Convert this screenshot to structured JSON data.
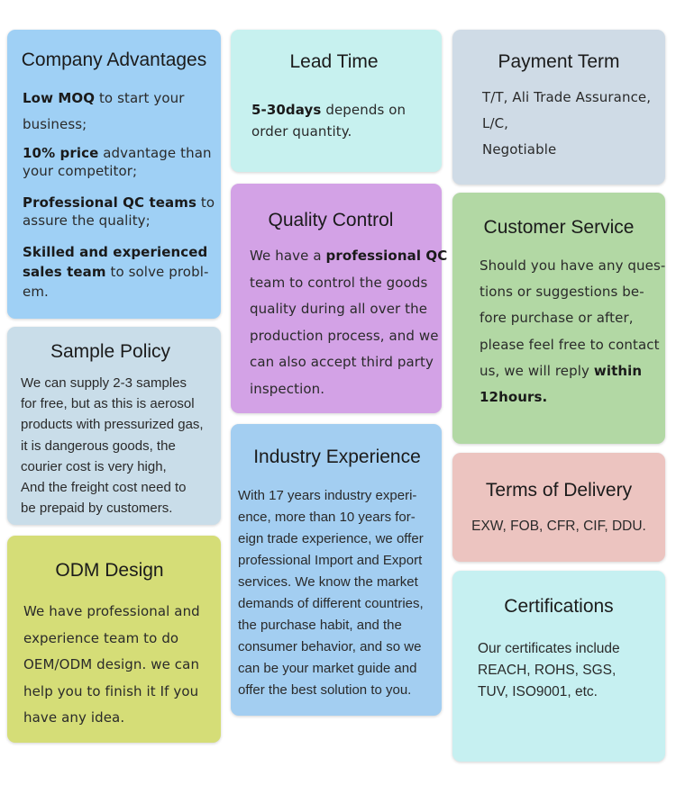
{
  "company_advantages": {
    "title": "Company Advantages",
    "items": [
      {
        "bold": "Low MOQ",
        "text1": " to start your",
        "text2": "business;"
      },
      {
        "bold": "10% price",
        "text1": " advantage than",
        "text2": "your competitor;"
      },
      {
        "bold": "Professional QC teams",
        "text1": " to",
        "text2": "assure the quality;"
      },
      {
        "bold": "Skilled and experienced",
        "bold2": "sales team",
        "text1": " to solve probl-",
        "text2": "em."
      }
    ]
  },
  "lead_time": {
    "title": "Lead Time",
    "bold": "5-30days",
    "line1_rest": " depends on",
    "line2": "order quantity."
  },
  "payment_term": {
    "title": "Payment Term",
    "lines": [
      "T/T, Ali Trade Assurance,",
      "L/C,",
      "Negotiable"
    ]
  },
  "quality_control": {
    "title": "Quality Control",
    "line1_pre": "We have a ",
    "line1_bold": "professional QC",
    "lines": [
      "team to control the goods",
      "quality during all over the",
      "production process, and we",
      "can also accept third party",
      "inspection."
    ]
  },
  "customer_service": {
    "title": "Customer Service",
    "lines": [
      "Should you have any ques-",
      "tions or suggestions be-",
      "fore purchase or after,",
      "please feel free to contact"
    ],
    "line5_pre": "us, we will reply ",
    "line5_bold": "within",
    "line6_bold": "12hours."
  },
  "sample_policy": {
    "title": "Sample Policy",
    "lines": [
      "We can supply 2-3 samples",
      "for free,  but as this is aerosol",
      "products with pressurized gas,",
      "it is dangerous goods, the",
      "courier cost is very high,",
      "And the freight cost need to",
      "be prepaid by customers."
    ]
  },
  "industry_experience": {
    "title": "Industry Experience",
    "lines": [
      "With 17 years industry experi-",
      "ence, more than 10 years for-",
      "eign trade experience, we offer",
      "professional Import and Export",
      "services. We know the market",
      "demands of different countries,",
      "the purchase habit, and the",
      "consumer behavior, and so we",
      "can be your market guide and",
      "offer the best solution to you."
    ]
  },
  "terms_of_delivery": {
    "title": "Terms of Delivery",
    "text": "EXW, FOB, CFR, CIF, DDU."
  },
  "odm_design": {
    "title": "ODM Design",
    "lines": [
      "We have professional and",
      "experience team to do",
      "OEM/ODM design. we can",
      "help you to finish it If you",
      "have any idea."
    ]
  },
  "certifications": {
    "title": "Certifications",
    "lines": [
      "Our certificates include",
      "REACH, ROHS, SGS,",
      "TUV, ISO9001, etc."
    ]
  }
}
